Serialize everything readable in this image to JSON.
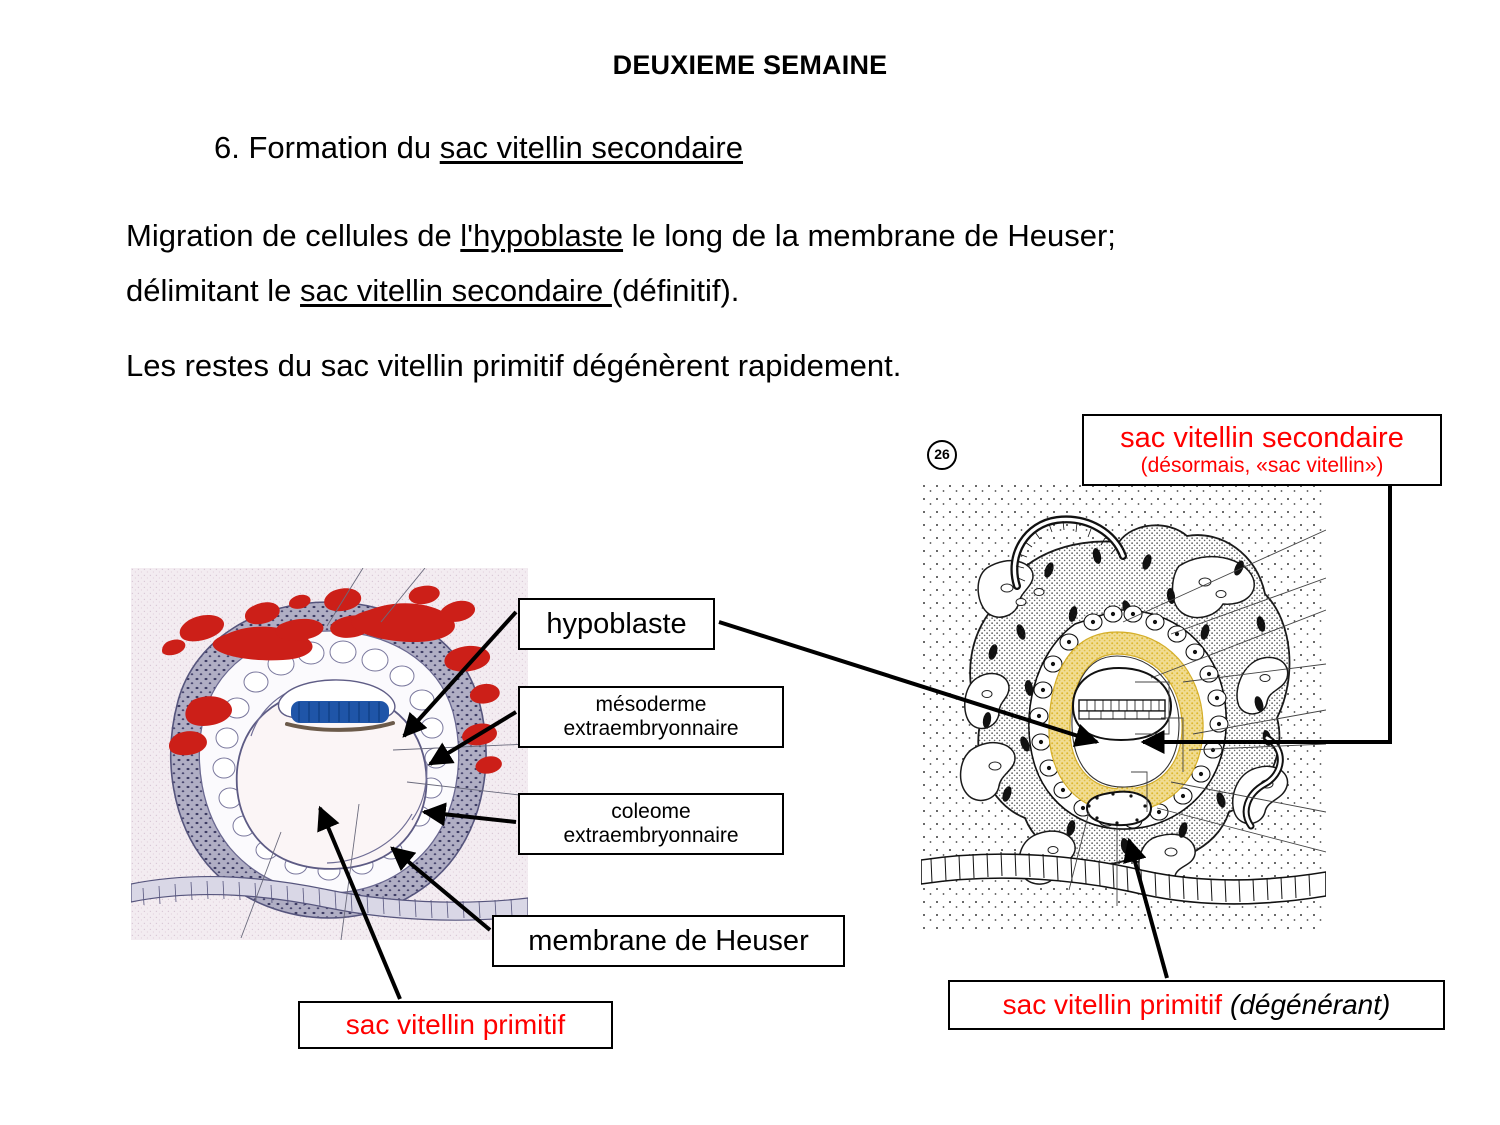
{
  "slide": {
    "title": "DEUXIEME SEMAINE",
    "subtitle_prefix": "6. Formation du ",
    "subtitle_underlined": "sac vitellin secondaire",
    "paragraph1_a": "Migration de cellules de ",
    "paragraph1_u": "l'hypoblaste",
    "paragraph1_b": " le long de la membrane de Heuser;",
    "paragraph2_a": "délimitant le ",
    "paragraph2_u": "sac vitellin secondaire ",
    "paragraph2_b": "(définitif).",
    "paragraph3": "Les restes du sac vitellin primitif dégénèrent rapidement.",
    "figure_number": "26"
  },
  "labels": {
    "hypoblaste": "hypoblaste",
    "mesoderme_line1": "mésoderme",
    "mesoderme_line2": "extraembryonnaire",
    "coleome_line1": "coleome",
    "coleome_line2": "extraembryonnaire",
    "membrane_heuser": "membrane de Heuser",
    "sac_vitellin_primitif": "sac vitellin primitif",
    "sac_vitellin_secondaire": "sac vitellin secondaire",
    "sac_vitellin_secondaire_sub": "(désormais, «sac vitellin»)",
    "sac_vitellin_primitif_right": "sac vitellin primitif",
    "degenerant": "(dégénérant)"
  },
  "colors": {
    "accent_red": "#ff0000",
    "yolk_sac_yellow": "#edcb55",
    "embryonic_disc_blue": "#1f55a8",
    "blood_red": "#cc1f18",
    "histology_bg": "#f5eff3",
    "mesenchyme_gray": "#a9a6b8",
    "text_black": "#000000"
  },
  "icons": {
    "figure_badge": "circled-number-icon",
    "pointer_arrows": "arrow-icon"
  }
}
